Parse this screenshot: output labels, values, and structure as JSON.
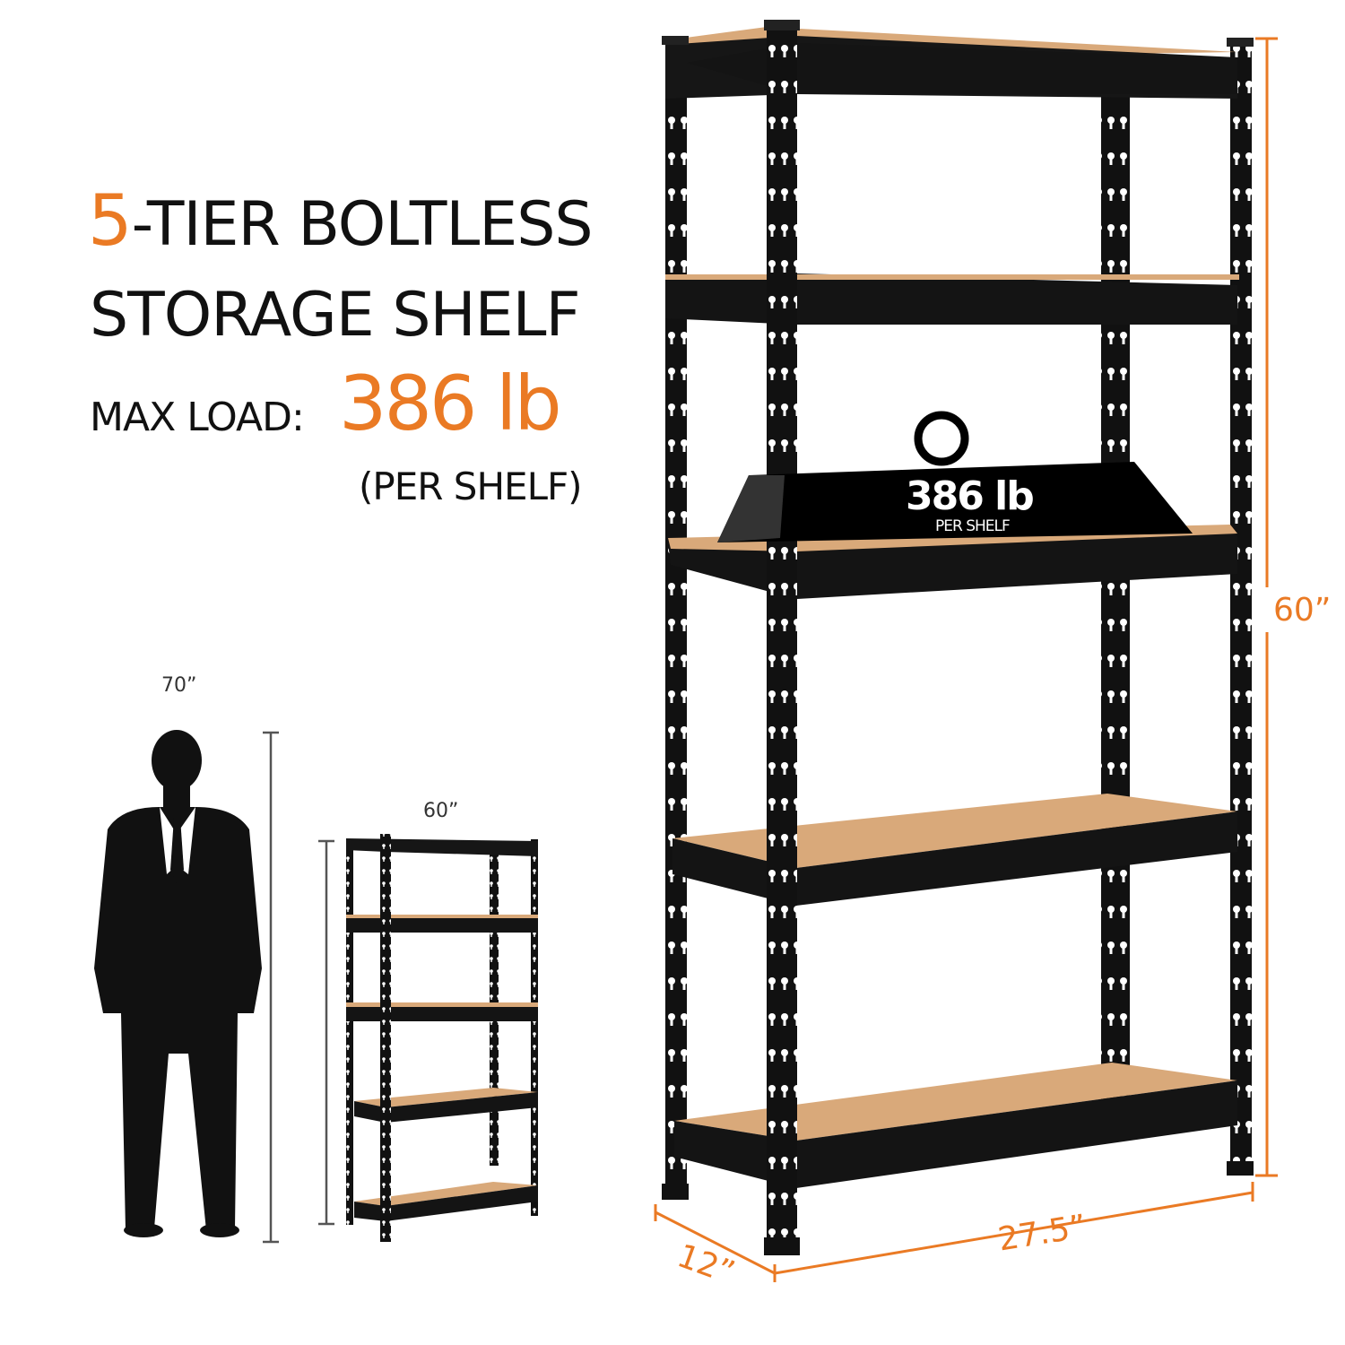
{
  "headline": {
    "line1_number": "5",
    "line1_rest": "-TIER BOLTLESS",
    "line2": "STORAGE SHELF"
  },
  "max_load": {
    "label": "MAX LOAD:",
    "value": "386 lb",
    "qualifier": "(PER SHELF)"
  },
  "weight_badge": {
    "value": "386 lb",
    "sub": "PER SHELF"
  },
  "comparison": {
    "person_height": "70”",
    "shelf_height": "60”"
  },
  "dimensions": {
    "height": "60”",
    "width": "27.5”",
    "depth": "12”"
  },
  "colors": {
    "accent": "#ea7a24",
    "frame": "#111111",
    "board": "#d9a97a",
    "text": "#111111"
  },
  "product": {
    "tiers": 5
  }
}
